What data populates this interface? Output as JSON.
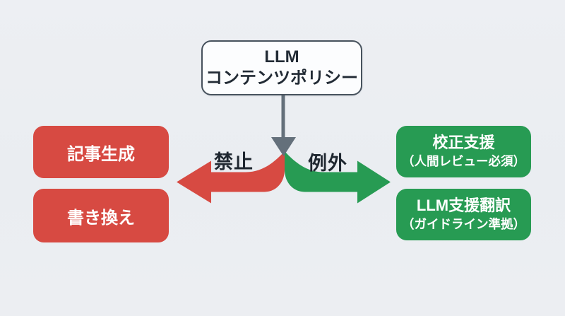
{
  "colors": {
    "background": "#eaedf1",
    "red": "#d74a42",
    "green": "#279b53",
    "gray_arrow": "#64707b",
    "policy_border": "#47525d",
    "dark_text": "#222b35",
    "node_text": "#ffffff"
  },
  "policy_box": {
    "line1": "LLM",
    "line2": "コンテンツポリシー"
  },
  "branches": {
    "prohibited": {
      "label": "禁止",
      "items": [
        {
          "label": "記事生成"
        },
        {
          "label": "書き換え"
        }
      ]
    },
    "exceptions": {
      "label": "例外",
      "items": [
        {
          "line1": "校正支援",
          "line2": "（人間レビュー必須）"
        },
        {
          "line1": "LLM支援翻訳",
          "line2": "（ガイドライン準拠）"
        }
      ]
    }
  }
}
